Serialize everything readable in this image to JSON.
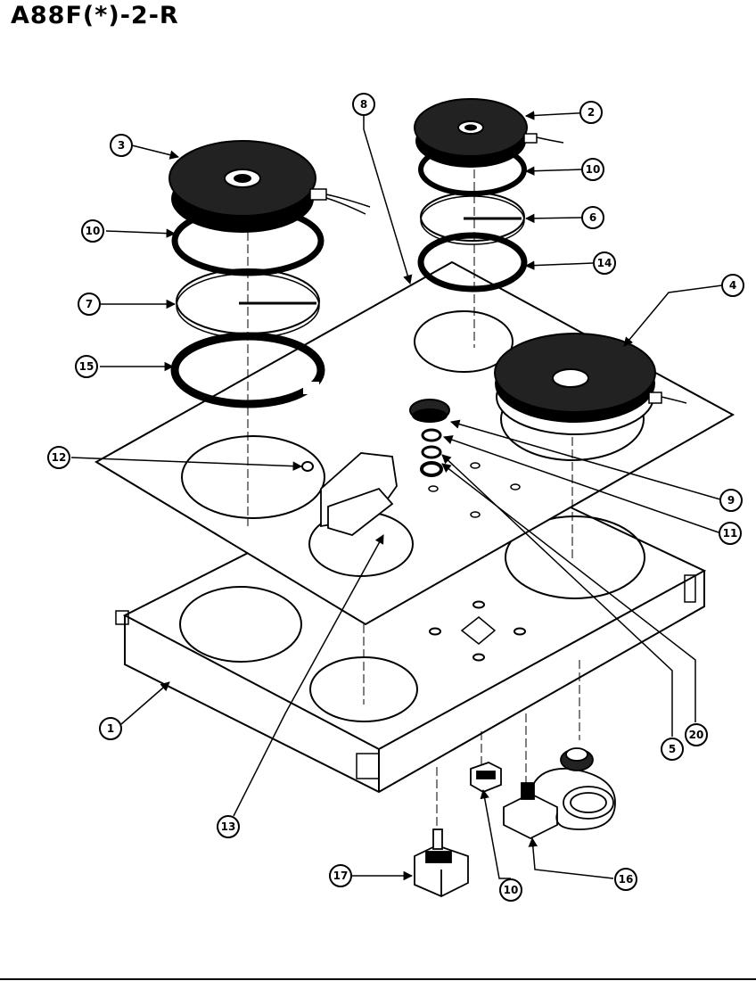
{
  "title": "A88F(*)-2-R",
  "callouts": [
    {
      "id": "c1",
      "label": "1"
    },
    {
      "id": "c2",
      "label": "2"
    },
    {
      "id": "c3",
      "label": "3"
    },
    {
      "id": "c4",
      "label": "4"
    },
    {
      "id": "c5",
      "label": "5"
    },
    {
      "id": "c6",
      "label": "6"
    },
    {
      "id": "c7",
      "label": "7"
    },
    {
      "id": "c8",
      "label": "8"
    },
    {
      "id": "c9",
      "label": "9"
    },
    {
      "id": "c10a",
      "label": "10"
    },
    {
      "id": "c10b",
      "label": "10"
    },
    {
      "id": "c10c",
      "label": "10"
    },
    {
      "id": "c11",
      "label": "11"
    },
    {
      "id": "c12",
      "label": "12"
    },
    {
      "id": "c13",
      "label": "13"
    },
    {
      "id": "c14",
      "label": "14"
    },
    {
      "id": "c15",
      "label": "15"
    },
    {
      "id": "c16",
      "label": "16"
    },
    {
      "id": "c17",
      "label": "17"
    },
    {
      "id": "c20",
      "label": "20"
    }
  ]
}
